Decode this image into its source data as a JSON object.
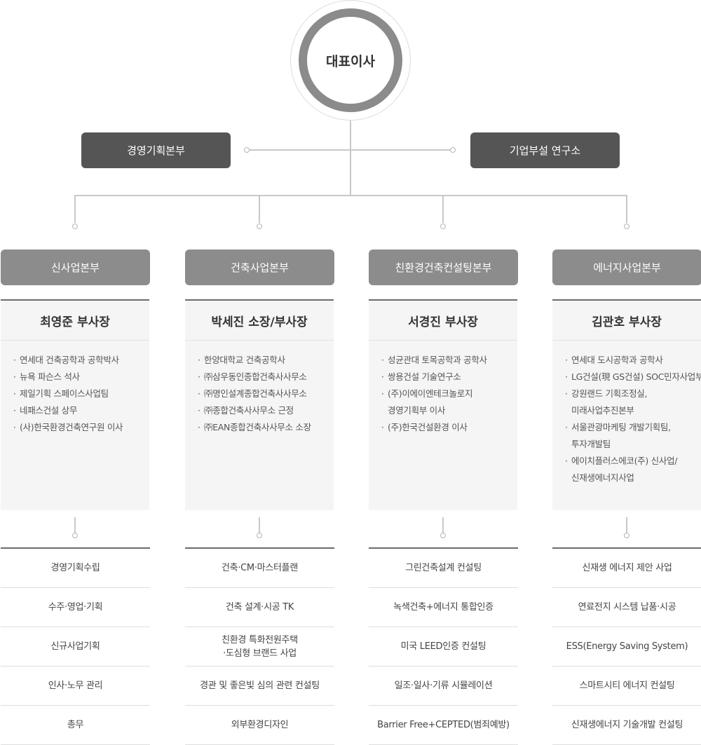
{
  "ceo": {
    "title": "대표이사"
  },
  "top_units": {
    "left": "경영기획본부",
    "right": "기업부설 연구소"
  },
  "divisions": [
    {
      "name": "신사업본부",
      "head": "최영준 부사장",
      "career": [
        "연세대 건축공학과 공학박사",
        "뉴욕 파슨스 석사",
        "제일기획 스페이스사업팀",
        "네패스건설 상무",
        "(사)한국환경건축연구원 이사"
      ],
      "duties": [
        "경영기획수립",
        "수주·영업·기획",
        "신규사업기획",
        "인사·노무 관리",
        "총무"
      ]
    },
    {
      "name": "건축사업본부",
      "head": "박세진 소장/부사장",
      "career": [
        "한양대학교 건축공학사",
        "㈜삼우동인종합건축사사무소",
        "㈜명인설계종합건축사사무소",
        "㈜종합건축사사무소 근정",
        "㈜EAN종합건축사사무소 소장"
      ],
      "duties": [
        "건축·CM·마스터플랜",
        "건축 설계·시공 TK",
        "친환경 특화전원주택\n·도심형 브랜드 사업",
        "경관 및 좋은빛 심의 관련 컨설팅",
        "외부환경디자인"
      ]
    },
    {
      "name": "친환경건축컨설팅본부",
      "head": "서경진 부사장",
      "career": [
        "성균관대 토목공학과 공학사",
        "쌍용건설 기술연구소",
        "(주)이에이엔테크놀로지\n경영기획부 이사",
        "(주)한국건설환경 이사"
      ],
      "duties": [
        "그린건축설계 컨설팅",
        "녹색건축+에너지 통합인증",
        "미국 LEED인증 컨설팅",
        "일조·일사·기류 시뮬레이션",
        "Barrier Free+CEPTED(범죄예방)"
      ]
    },
    {
      "name": "에너지사업본부",
      "head": "김관호 부사장",
      "career": [
        "연세대 도시공학과 공학사",
        "LG건설(現 GS건설) SOC민자사업부",
        "강원랜드 기획조정실,\n미래사업추진본부",
        "서울관광마케팅 개발기획팀,\n투자개발팀",
        "에이치플러스에코(주) 신사업/\n신재생에너지사업"
      ],
      "duties": [
        "신재생 에너지 제안 사업",
        "연료전지 시스템 납품·시공",
        "ESS(Energy Saving System)",
        "스마트시티 에너지 컨설팅",
        "신재생에너지 기술개발 컨설팅"
      ]
    }
  ]
}
